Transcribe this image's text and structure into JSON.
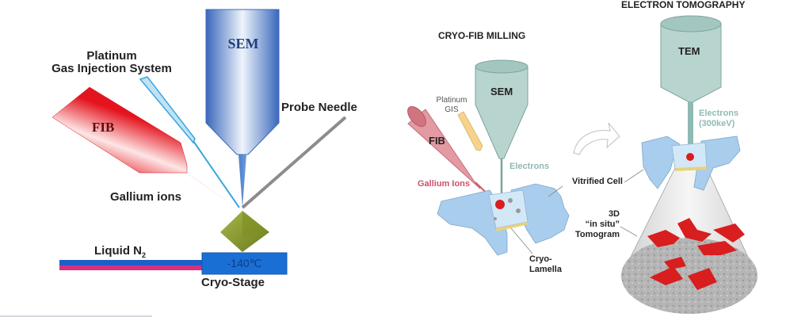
{
  "left_panel": {
    "labels": {
      "sem": "SEM",
      "platinum_line1": "Platinum",
      "platinum_line2": "Gas Injection System",
      "fib": "FIB",
      "probe_needle": "Probe Needle",
      "gallium_ions": "Gallium ions",
      "liquid_n2": "Liquid N",
      "liquid_n2_sub": "2",
      "temperature": "-140℃",
      "cryo_stage": "Cryo-Stage"
    },
    "colors": {
      "sem_blue": "#3f6fc0",
      "fib_red": "#e8202a",
      "gis_cyan": "#3aa6dc",
      "needle_gray": "#9a9a9a",
      "sample_olive": "#8a9a2a",
      "stage_blue": "#1a6fd4",
      "n2_magenta": "#d8307a"
    }
  },
  "right_panel": {
    "titles": {
      "cryo_fib": "CRYO-FIB MILLING",
      "tomography": "ELECTRON TOMOGRAPHY"
    },
    "labels": {
      "sem": "SEM",
      "platinum": "Platinum",
      "gis": "GIS",
      "fib": "FIB",
      "electrons": "Electrons",
      "gallium_ions": "Gallium Ions",
      "vitrified_cell": "Vitrified Cell",
      "cryo": "Cryo-",
      "lamella": "Lamella",
      "tem": "TEM",
      "electrons_tem": "Electrons",
      "energy": "(300keV)",
      "tomo_3d": "3D",
      "tomo_insitu": "“in situ”",
      "tomo_name": "Tomogram"
    },
    "colors": {
      "column_teal": "#b8d4cf",
      "fib_pink": "#e08a94",
      "gis_yellow": "#f5d38a",
      "cell_blue": "#a9cdec",
      "electrons_text": "#8fbab4",
      "gallium_text": "#d0506a",
      "protein_red": "#d81e1e",
      "tomogram_gray": "#b9b9b9"
    }
  }
}
